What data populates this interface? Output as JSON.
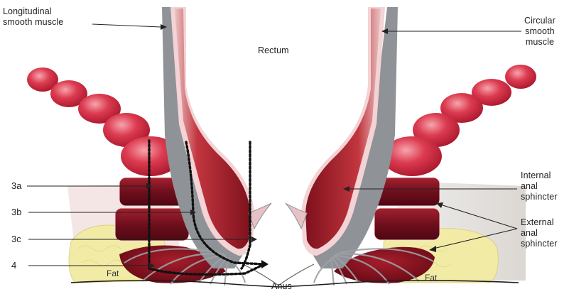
{
  "labels": {
    "longitudinal_line1": "Longitudinal",
    "longitudinal_line2": "smooth muscle",
    "rectum": "Rectum",
    "circular_line1": "Circular",
    "circular_line2": "smooth",
    "circular_line3": "muscle",
    "internal_line1": "Internal",
    "internal_line2": "anal",
    "internal_line3": "sphincter",
    "external_line1": "External",
    "external_line2": "anal",
    "external_line3": "sphincter",
    "anus": "Anus",
    "fat_left": "Fat",
    "fat_right": "Fat"
  },
  "grades": [
    "3a",
    "3b",
    "3c",
    "4"
  ],
  "colors": {
    "muscle_red": "#b3262e",
    "muscle_dark": "#6e0f1c",
    "smooth_grey": "#8c8f93",
    "fat_yellow": "#f2eba6",
    "skin_pink": "#f1dcdc",
    "beige_bg": "#e7e2dc",
    "line": "#222222"
  }
}
